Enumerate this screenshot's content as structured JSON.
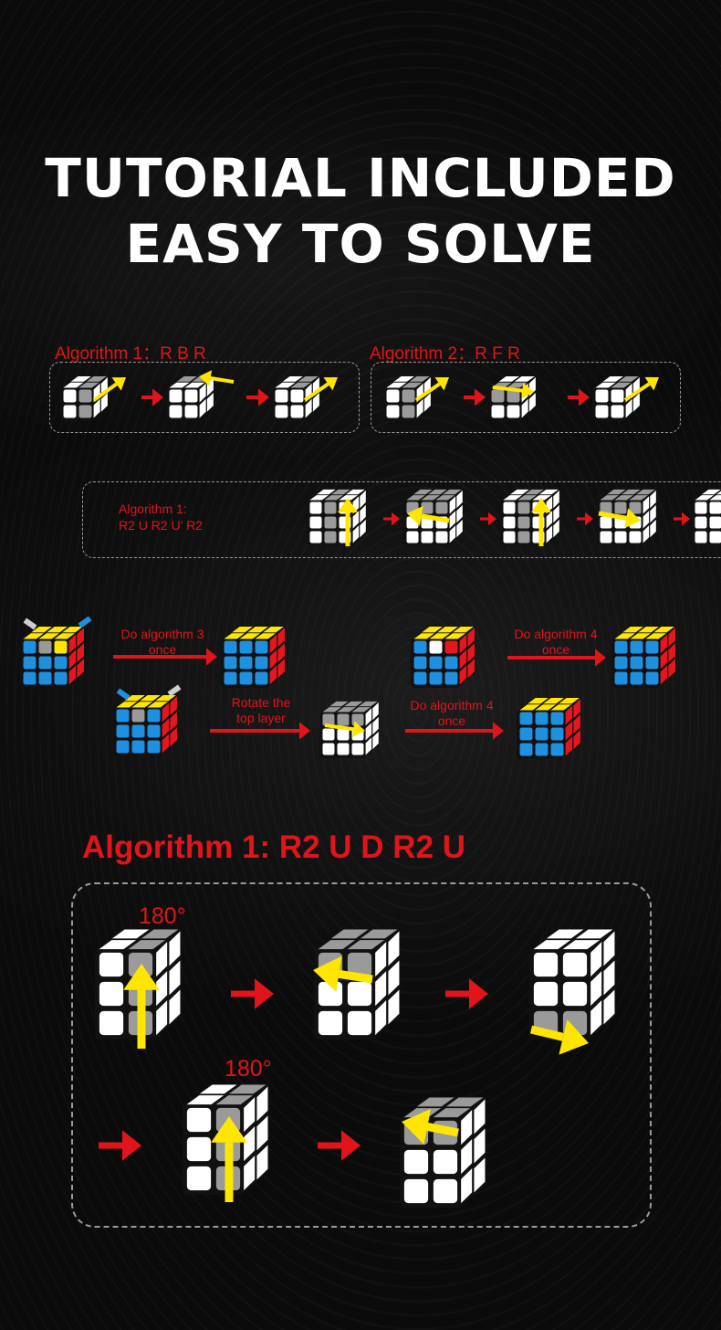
{
  "headline": {
    "line1": "TUTORIAL INCLUDED",
    "line2": "EASY TO SOLVE"
  },
  "row1": {
    "alg1": "Algorithm 1：R B R",
    "alg2": "Algorithm 2：R F R"
  },
  "row2": {
    "alg_line1": "Algorithm 1:",
    "alg_line2": "R2  U R2  U’  R2"
  },
  "row3": {
    "step_a_line1": "Do algorithm 3",
    "step_a_line2": "once",
    "step_b_line1": "Do algorithm 4",
    "step_b_line2": "once",
    "step_c_line1": "Rotate the",
    "step_c_line2": "top layer",
    "step_d_line1": "Do algorithm 4",
    "step_d_line2": "once"
  },
  "section": {
    "title": "Algorithm 1:  R2 U D R2 U",
    "degree_1": "180°",
    "degree_2": "180°"
  },
  "colors": {
    "accent_red": "#e0141b",
    "arrow_yellow": "#ffe600",
    "cube_white": "#ffffff",
    "cube_gray": "#9a9a9a",
    "cube_blue": "#1f8fe0",
    "cube_yellow": "#ffe600",
    "cube_red": "#e4161e"
  }
}
